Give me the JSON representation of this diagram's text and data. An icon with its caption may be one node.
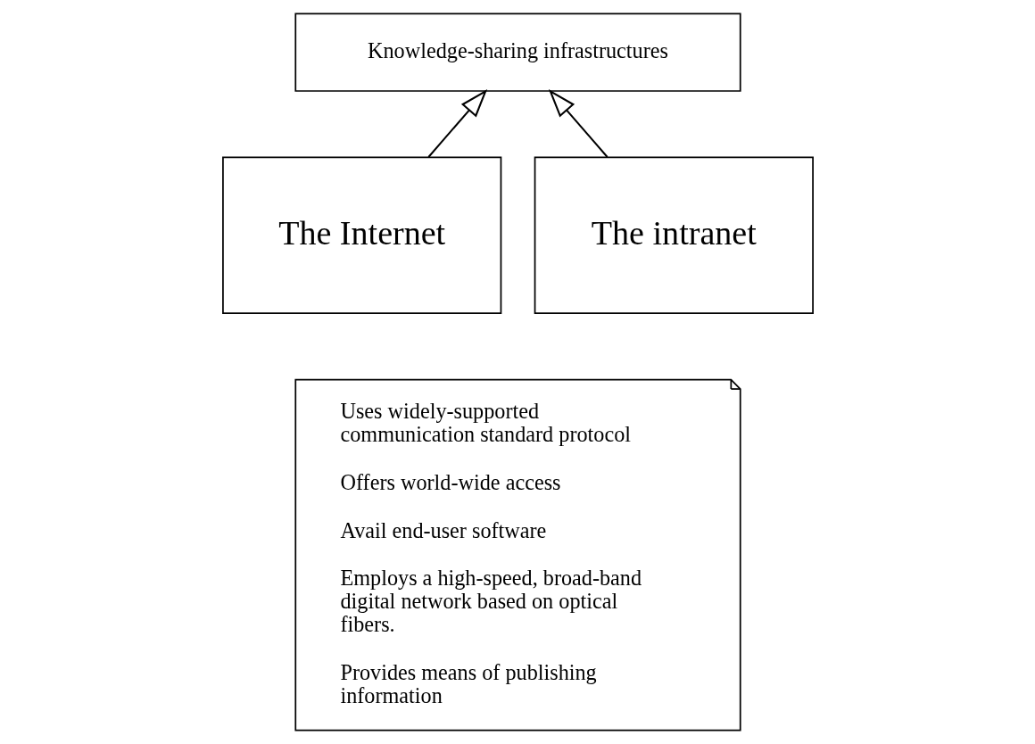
{
  "diagram": {
    "nodes": [
      {
        "text": [
          "Knowledge-sharing infrastructures"
        ]
      },
      {
        "text": [
          "The Internet"
        ]
      },
      {
        "text": [
          "The intranet"
        ]
      },
      {
        "text": [
          "Uses widely-supported communication standard protocol",
          "Offers world-wide access",
          "Avail end-user software",
          "Employs a high-speed, broad-band digital network based on optical fibers.",
          "Provides means of publishing information"
        ]
      }
    ],
    "edges": [
      {
        "from": 1,
        "to": 0,
        "arrow": "to"
      },
      {
        "from": 2,
        "to": 0,
        "arrow": "to"
      }
    ]
  }
}
